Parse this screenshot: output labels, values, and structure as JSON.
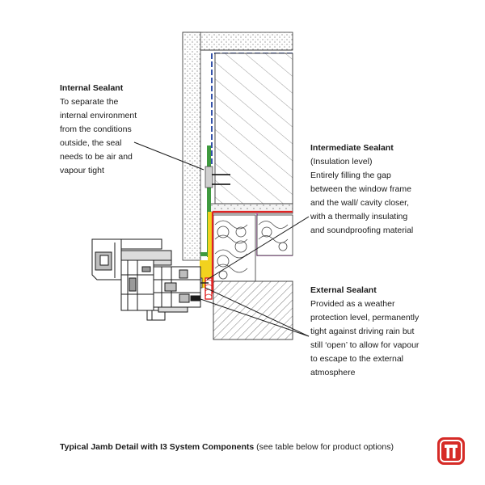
{
  "annotations": {
    "internal": {
      "heading": "Internal Sealant",
      "body": "To separate the\ninternal environment\nfrom the conditions\noutside, the seal\nneeds to be air and\nvapour tight"
    },
    "intermediate": {
      "heading": "Intermediate Sealant",
      "body": "(Insulation level)\nEntirely filling the gap\nbetween the window frame\nand the wall/ cavity closer,\nwith a thermally insulating\nand soundproofing material"
    },
    "external": {
      "heading": "External Sealant",
      "body": "Provided as a weather\nprotection level, permanently\ntight against driving rain but\nstill ‘open’ to allow for vapour\nto escape to the external\natmosphere"
    }
  },
  "caption": {
    "bold": "Typical Jamb Detail with I3 System Components",
    "normal": " (see table below for product options)"
  },
  "colors": {
    "internal_membrane": "#3f9a3f",
    "intermediate_foam": "#f2d21e",
    "external_membrane": "#e02424",
    "vapour_line": "#1f3fa0",
    "cavity_closer_line": "#b23cb2",
    "logo": "#d62b27"
  },
  "logo": {
    "icon": "tremco-logo-icon"
  }
}
